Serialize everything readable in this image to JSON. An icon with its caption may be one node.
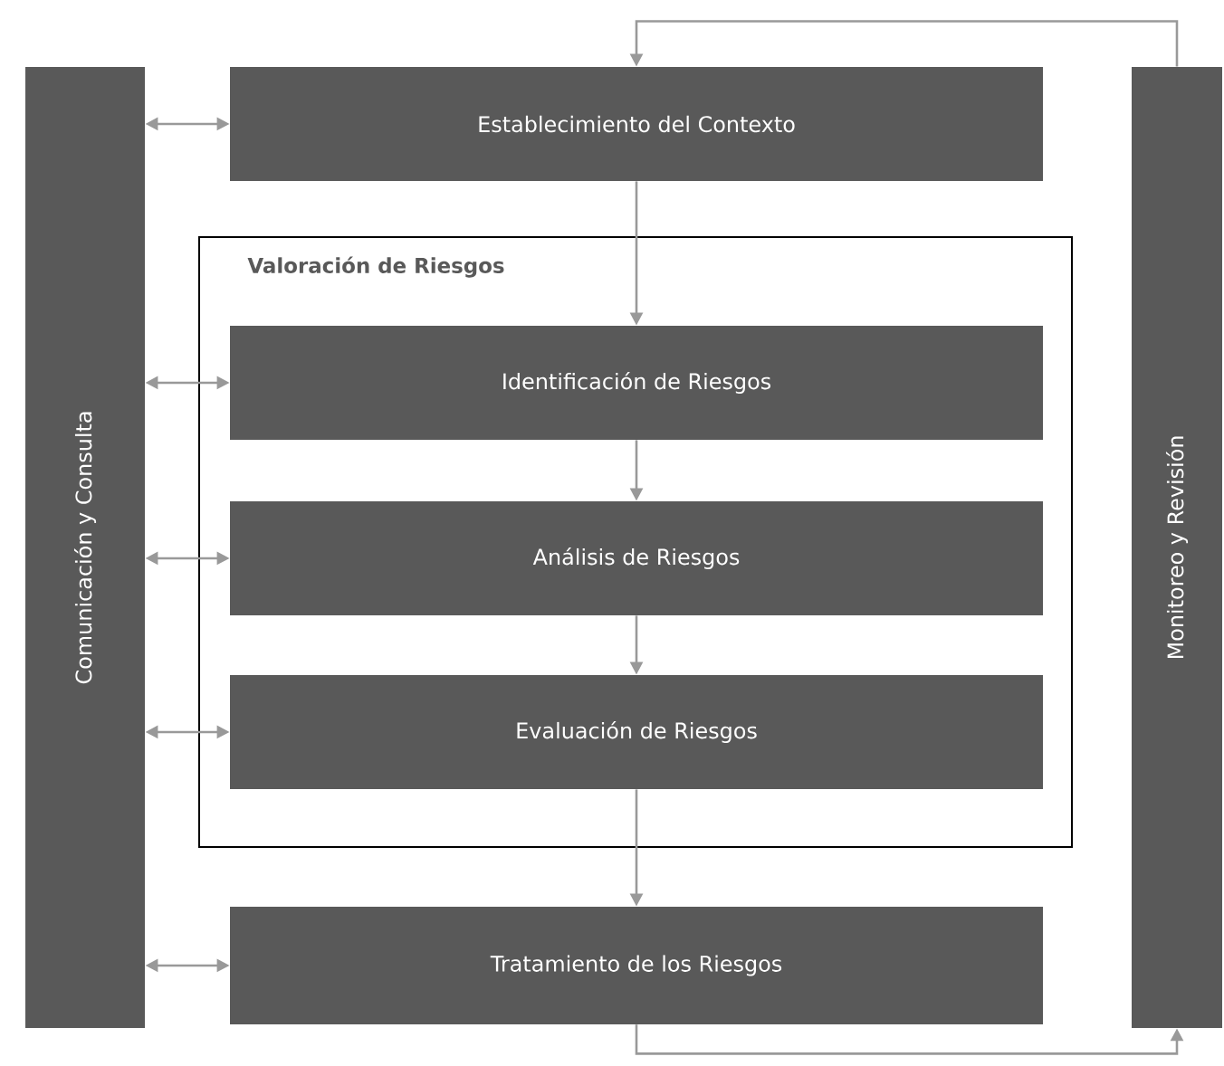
{
  "diagram": {
    "nodes": [
      {
        "text": [
          "Comunicación y Consulta"
        ]
      },
      {
        "text": [
          "Establecimiento del Contexto"
        ]
      },
      {
        "text": [
          "Valoración de Riesgos"
        ]
      },
      {
        "text": [
          "Identificación de Riesgos"
        ],
        "in": 2
      },
      {
        "text": [
          "Análisis de Riesgos"
        ],
        "in": 2
      },
      {
        "text": [
          "Evaluación de Riesgos"
        ],
        "in": 2
      },
      {
        "text": [
          "Tratamiento de los Riesgos"
        ]
      },
      {
        "text": [
          "Monitoreo y Revisión"
        ]
      }
    ],
    "edges": [
      {
        "from": 0,
        "to": 1,
        "arrow": "both"
      },
      {
        "from": 0,
        "to": 3,
        "arrow": "both"
      },
      {
        "from": 0,
        "to": 4,
        "arrow": "both"
      },
      {
        "from": 0,
        "to": 5,
        "arrow": "both"
      },
      {
        "from": 0,
        "to": 6,
        "arrow": "both"
      },
      {
        "from": 1,
        "to": 3,
        "arrow": "to"
      },
      {
        "from": 3,
        "to": 4,
        "arrow": "to"
      },
      {
        "from": 4,
        "to": 5,
        "arrow": "to"
      },
      {
        "from": 5,
        "to": 6,
        "arrow": "to"
      },
      {
        "from": 6,
        "to": 7,
        "arrow": "to"
      },
      {
        "from": 7,
        "to": 1,
        "arrow": "to"
      }
    ]
  }
}
